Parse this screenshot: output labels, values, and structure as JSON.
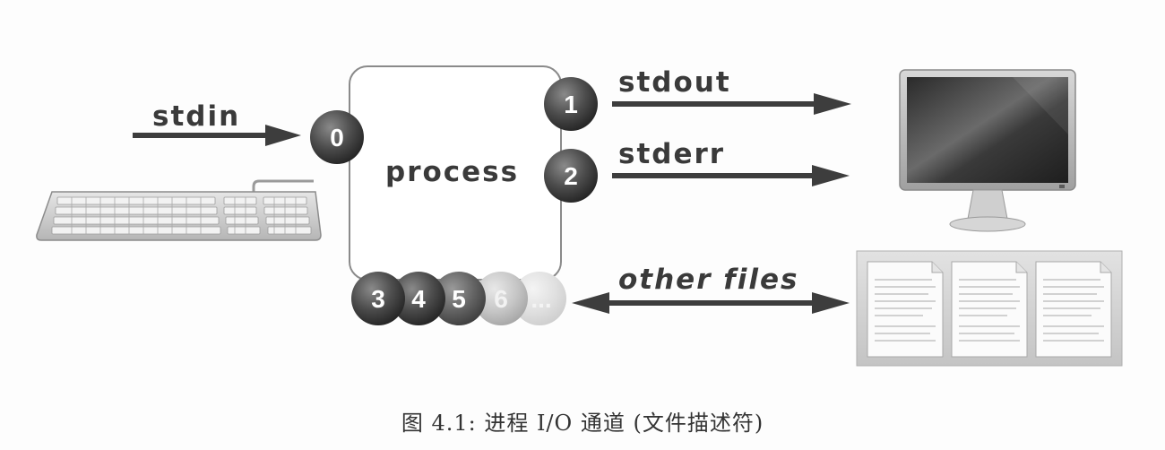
{
  "diagram": {
    "process_label": "process",
    "stdin_label": "stdin",
    "stdout_label": "stdout",
    "stderr_label": "stderr",
    "other_files_label": "other files",
    "descriptors": {
      "fd0": "0",
      "fd1": "1",
      "fd2": "2",
      "fd3": "3",
      "fd4": "4",
      "fd5": "5",
      "fd6": "6",
      "more": "..."
    },
    "caption": "图 4.1: 进程 I/O 通道 (文件描述符)",
    "colors": {
      "arrow": "#3d3d3d",
      "circle_dark": "#4a4a4a",
      "circle_light": "#c9c9c9",
      "box_border": "#8a8a8a"
    },
    "icons": [
      "keyboard-icon",
      "monitor-icon",
      "documents-icon"
    ]
  }
}
